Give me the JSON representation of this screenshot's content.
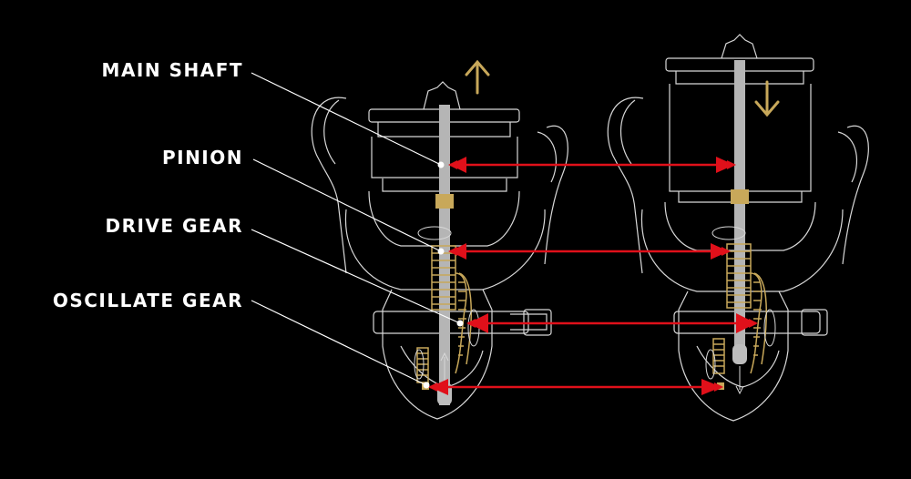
{
  "labels": {
    "main_shaft": "MAIN SHAFT",
    "pinion": "PINION",
    "drive_gear": "DRIVE GEAR",
    "oscillate_gear": "OSCILLATE GEAR"
  },
  "colors": {
    "background": "#000000",
    "outline": "#d8d8d8",
    "shaft": "#b5b5b5",
    "gold": "#c8a85a",
    "arrow_red": "#e0101a",
    "leader": "#ffffff"
  },
  "icons": {
    "left_reel_motion": "up-arrow-icon",
    "right_reel_motion": "down-arrow-icon"
  }
}
